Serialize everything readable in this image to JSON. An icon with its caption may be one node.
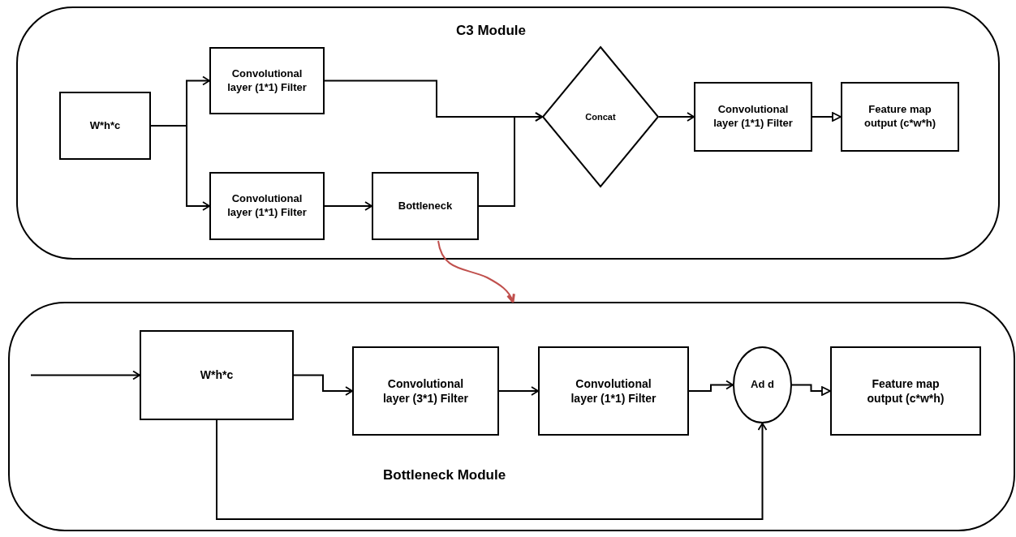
{
  "diagram": {
    "nodes": [
      {
        "text": [
          "C3 Module"
        ]
      },
      {
        "text": [
          "W*h*c"
        ],
        "in": 0
      },
      {
        "text": [
          "Convolutional layer (1*1) Filter"
        ],
        "in": 0
      },
      {
        "text": [
          "Convolutional layer (1*1) Filter"
        ],
        "in": 0
      },
      {
        "text": [
          "Bottleneck"
        ],
        "in": 0
      },
      {
        "text": [
          "Concat"
        ],
        "in": 0
      },
      {
        "text": [
          "Convolutional layer (1*1) Filter"
        ],
        "in": 0
      },
      {
        "text": [
          "Feature map output (c*w*h)"
        ],
        "in": 0
      },
      {
        "text": [
          "Bottleneck Module"
        ]
      },
      {
        "text": [
          "W*h*c"
        ],
        "in": 8
      },
      {
        "text": [
          "Convolutional layer (3*1) Filter"
        ],
        "in": 8
      },
      {
        "text": [
          "Convolutional layer (1*1) Filter"
        ],
        "in": 8
      },
      {
        "text": [
          "Ad d"
        ],
        "in": 8
      },
      {
        "text": [
          "Feature map output  (c*w*h)"
        ],
        "in": 8
      }
    ],
    "edges": [
      {
        "from": 1,
        "to": 2,
        "arrow": "to"
      },
      {
        "from": 1,
        "to": 3,
        "arrow": "to"
      },
      {
        "from": 2,
        "to": 5,
        "arrow": "to"
      },
      {
        "from": 4,
        "to": 5,
        "arrow": "to"
      },
      {
        "from": 3,
        "to": 4,
        "arrow": "to"
      },
      {
        "from": 5,
        "to": 6,
        "arrow": "to"
      },
      {
        "from": 6,
        "to": 7,
        "arrow": "to"
      },
      {
        "from": 4,
        "to": 8,
        "arrow": "to",
        "color": "#c0504d"
      },
      {
        "from": null,
        "to": 9,
        "arrow": "to"
      },
      {
        "from": 9,
        "to": 10,
        "arrow": "to"
      },
      {
        "from": 10,
        "to": 11,
        "arrow": "to"
      },
      {
        "from": 11,
        "to": 12,
        "arrow": "to"
      },
      {
        "from": 9,
        "to": 12,
        "arrow": "to"
      },
      {
        "from": 12,
        "to": 13,
        "arrow": "to"
      }
    ]
  }
}
